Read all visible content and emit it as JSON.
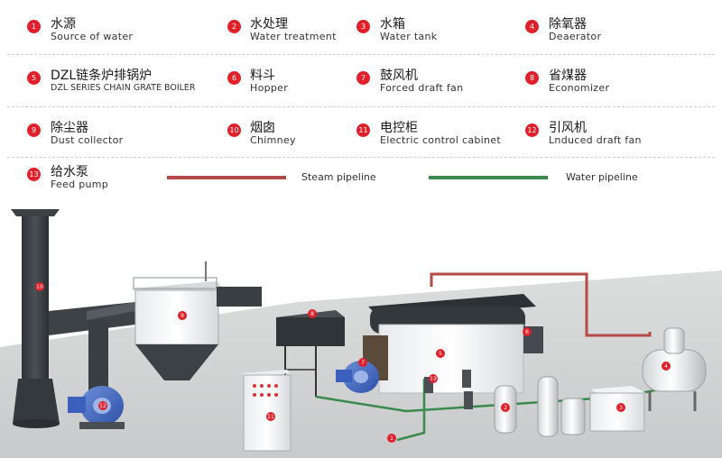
{
  "legend": [
    {
      "num": "1",
      "zh": "水源",
      "en": "Source of water"
    },
    {
      "num": "2",
      "zh": "水处理",
      "en": "Water treatment"
    },
    {
      "num": "3",
      "zh": "水箱",
      "en": "Water tank"
    },
    {
      "num": "4",
      "zh": "除氧器",
      "en": "Deaerator"
    },
    {
      "num": "5",
      "zh": "DZL链条炉排锅炉",
      "en": "DZL SERIES CHAIN GRATE BOILER"
    },
    {
      "num": "6",
      "zh": "料斗",
      "en": "Hopper"
    },
    {
      "num": "7",
      "zh": "鼓风机",
      "en": "Forced draft fan"
    },
    {
      "num": "8",
      "zh": "省煤器",
      "en": "Economizer"
    },
    {
      "num": "9",
      "zh": "除尘器",
      "en": "Dust collector"
    },
    {
      "num": "10",
      "zh": "烟囱",
      "en": "Chimney"
    },
    {
      "num": "11",
      "zh": "电控柜",
      "en": "Electric control cabinet"
    },
    {
      "num": "12",
      "zh": "引风机",
      "en": "Lnduced draft fan"
    },
    {
      "num": "13",
      "zh": "给水泵",
      "en": "Feed pump"
    }
  ],
  "pipelines": {
    "steam": {
      "label": "Steam pipeline",
      "color": "#b54a46"
    },
    "water": {
      "label": "Water pipeline",
      "color": "#3a8a4e"
    }
  },
  "accent": "#e2202c",
  "callouts": [
    "1",
    "2",
    "3",
    "4",
    "5",
    "6",
    "7",
    "8",
    "9",
    "10",
    "11",
    "12",
    "13"
  ]
}
